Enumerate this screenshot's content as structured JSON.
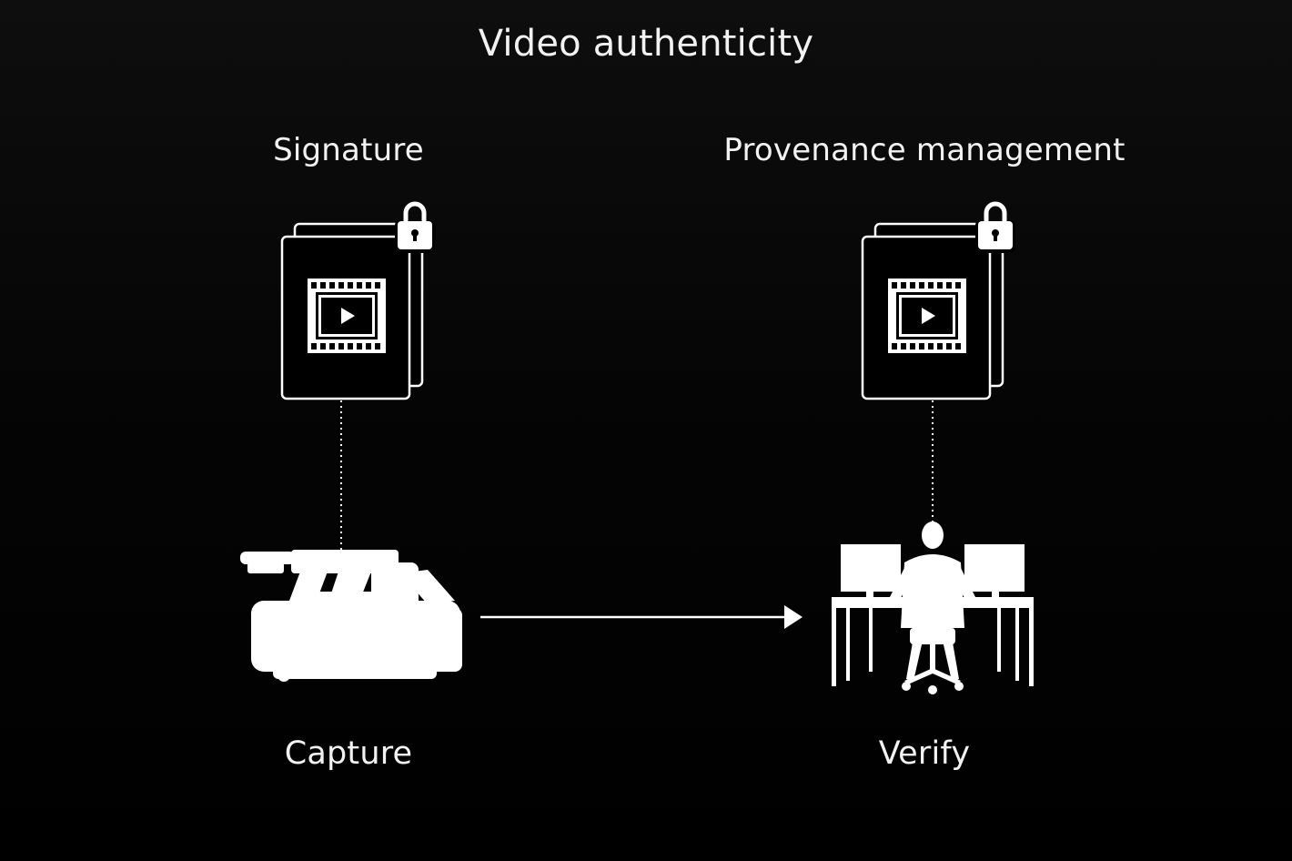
{
  "title": "Video authenticity",
  "columns": {
    "left": {
      "heading": "Signature",
      "caption": "Capture",
      "icons": [
        "signed-video-file-icon",
        "lock-icon",
        "film-icon",
        "play-icon",
        "video-camera-icon"
      ]
    },
    "right": {
      "heading": "Provenance management",
      "caption": "Verify",
      "icons": [
        "signed-video-file-icon",
        "lock-icon",
        "film-icon",
        "play-icon",
        "person-at-workstation-icon"
      ]
    }
  },
  "connectors": [
    "dotted-line-left",
    "dotted-line-right",
    "arrow-capture-to-verify"
  ],
  "colors": {
    "background": "#000000",
    "foreground": "#ffffff"
  }
}
